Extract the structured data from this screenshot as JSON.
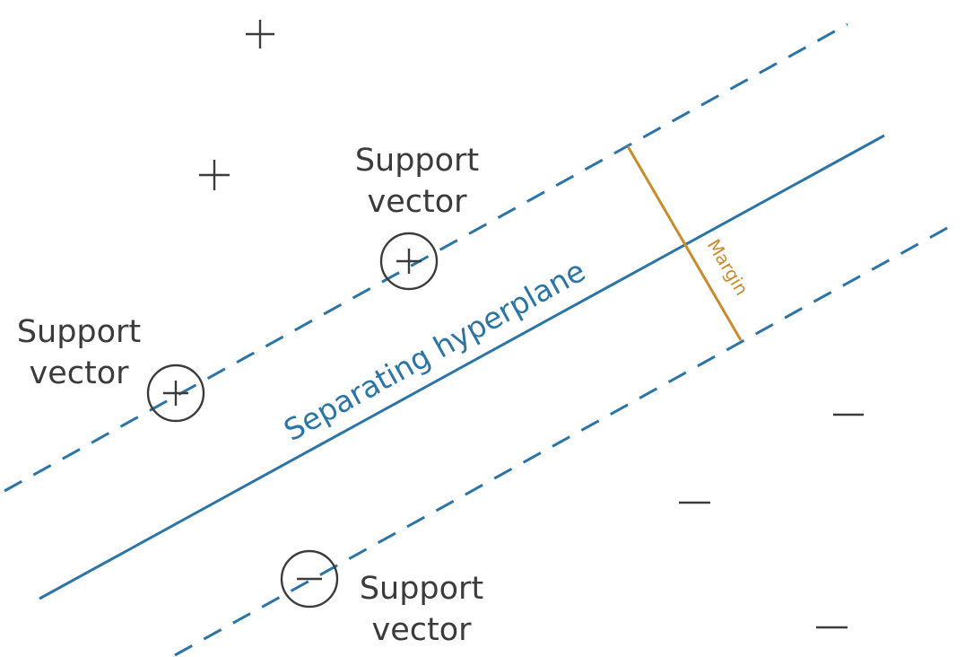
{
  "colors": {
    "hyperplane": "#2a74a6",
    "margin": "#c98b2b",
    "ink": "#3b3b3b"
  },
  "labels": {
    "hyperplane": "Separating hyperplane",
    "margin": "Margin",
    "support_vector_top": [
      "Support",
      "vector"
    ],
    "support_vector_left": [
      "Support",
      "vector"
    ],
    "support_vector_bottom": [
      "Support",
      "vector"
    ]
  },
  "symbols": {
    "positive": "plus",
    "negative": "minus"
  }
}
